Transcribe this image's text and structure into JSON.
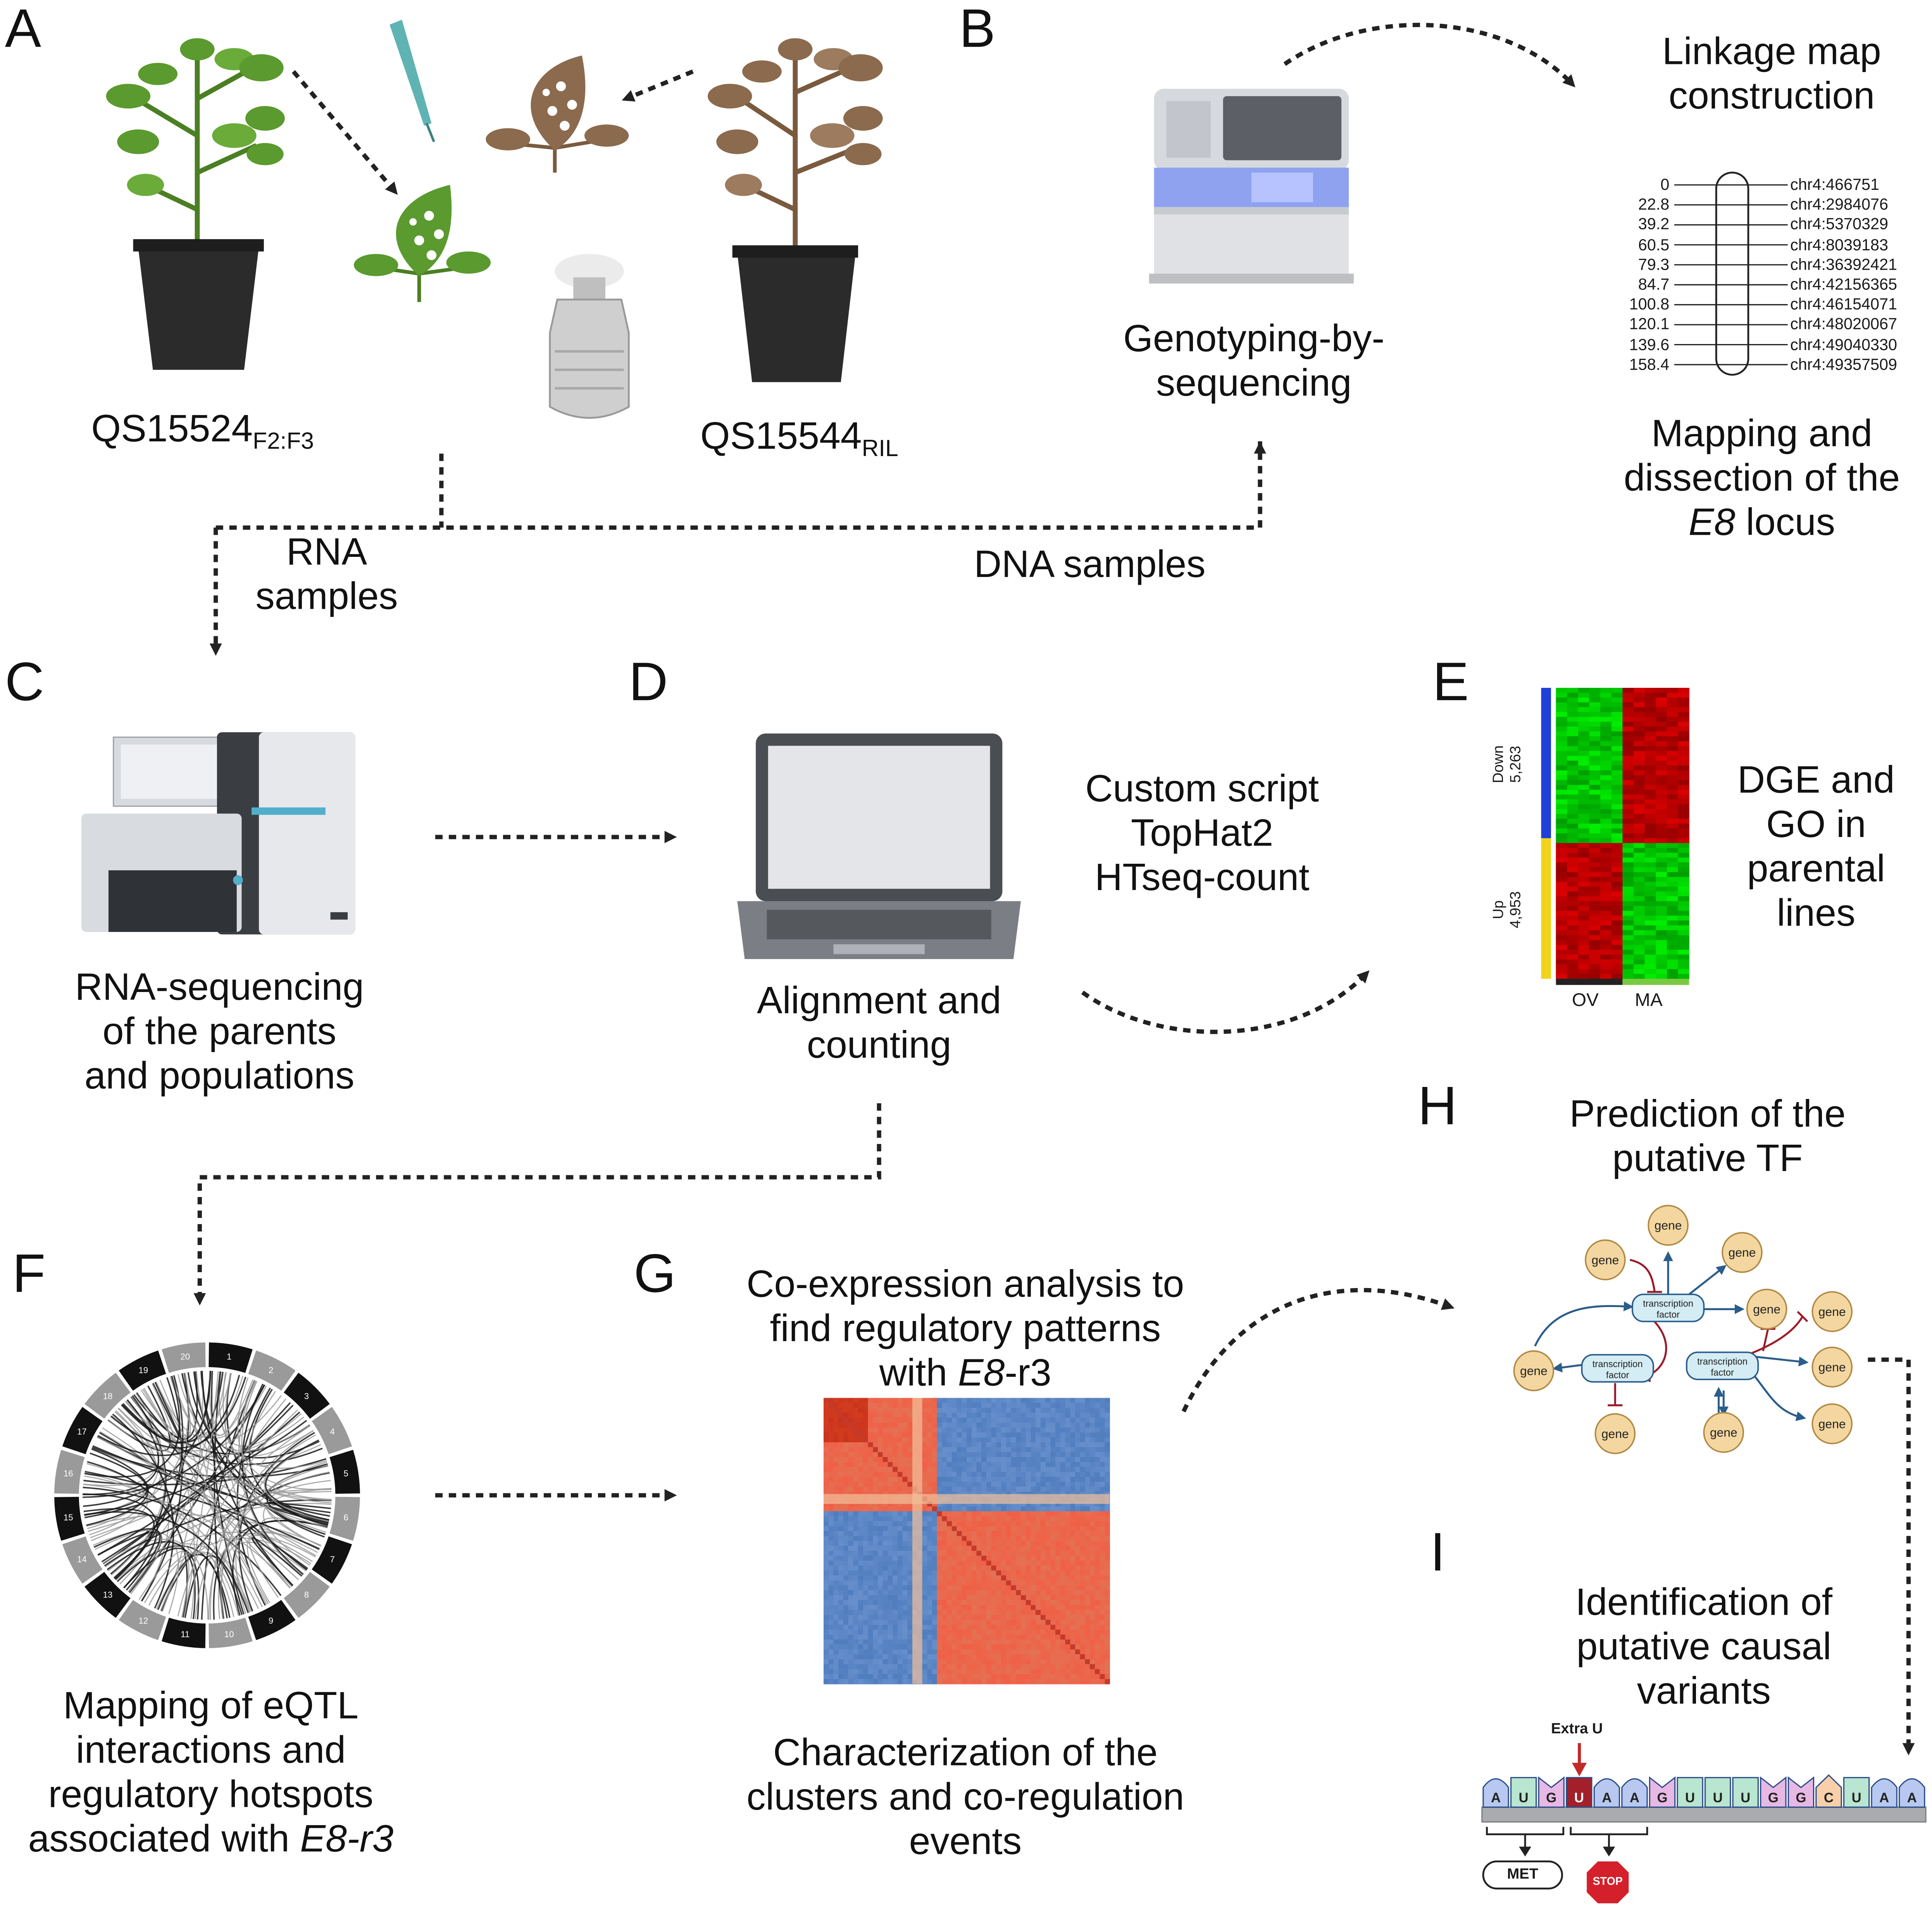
{
  "panels": {
    "A": {
      "label": "A",
      "parent1": "QS15524",
      "parent1_sub": "F2:F3",
      "parent2": "QS15544",
      "parent2_sub": "RIL"
    },
    "B": {
      "label": "B",
      "sequencing": "Genotyping-by-sequencing",
      "sequencing_l1": "Genotyping-by-",
      "sequencing_l2": "sequencing",
      "map_title_l1": "Linkage map",
      "map_title_l2": "construction",
      "positions": [
        "0",
        "22.8",
        "39.2",
        "60.5",
        "79.3",
        "84.7",
        "100.8",
        "120.1",
        "139.6",
        "158.4"
      ],
      "markers": [
        "chr4:466751",
        "chr4:2984076",
        "chr4:5370329",
        "chr4:8039183",
        "chr4:36392421",
        "chr4:42156365",
        "chr4:46154071",
        "chr4:48020067",
        "chr4:49040330",
        "chr4:49357509"
      ],
      "mapping_l1": "Mapping and",
      "mapping_l2": "dissection of the",
      "mapping_l3_italic": "E8",
      "mapping_l3_rest": " locus"
    },
    "flow": {
      "rna_l1": "RNA",
      "rna_l2": "samples",
      "dna": "DNA samples"
    },
    "C": {
      "label": "C",
      "cap_l1": "RNA-sequencing",
      "cap_l2": "of the parents",
      "cap_l3": "and populations"
    },
    "D": {
      "label": "D",
      "cap_l1": "Alignment and",
      "cap_l2": "counting",
      "tools_l1": "Custom script",
      "tools_l2": "TopHat2",
      "tools_l3": "HTseq-count"
    },
    "E": {
      "label": "E",
      "down_label": "Down",
      "down_count": "5,263",
      "up_label": "Up",
      "up_count": "4,953",
      "col1": "OV",
      "col2": "MA",
      "cap_l1": "DGE and",
      "cap_l2": "GO in",
      "cap_l3": "parental",
      "cap_l4": "lines"
    },
    "F": {
      "label": "F",
      "chromosomes": [
        "1",
        "2",
        "3",
        "4",
        "5",
        "6",
        "7",
        "8",
        "9",
        "10",
        "11",
        "12",
        "13",
        "14",
        "15",
        "16",
        "17",
        "18",
        "19",
        "20"
      ],
      "cap_l1": "Mapping of eQTL",
      "cap_l2": "interactions and",
      "cap_l3": "regulatory hotspots",
      "cap_l4_rest": "associated with ",
      "cap_l4_italic": "E8-r3"
    },
    "G": {
      "label": "G",
      "title_l1": "Co-expression analysis to",
      "title_l2": "find regulatory patterns",
      "title_l3_rest": "with ",
      "title_l3_italic": "E8",
      "title_l3_tail": "-r3",
      "cap_l1": "Characterization of the",
      "cap_l2": "clusters and co-regulation",
      "cap_l3": "events"
    },
    "H": {
      "label": "H",
      "title_l1": "Prediction of the",
      "title_l2": "putative TF",
      "gene": "gene",
      "tf_l1": "transcription",
      "tf_l2": "factor"
    },
    "I": {
      "label": "I",
      "title_l1": "Identification of",
      "title_l2": "putative causal",
      "title_l3": "variants",
      "extra": "Extra U",
      "bases": [
        "A",
        "U",
        "G",
        "U",
        "A",
        "A",
        "G",
        "U",
        "U",
        "U",
        "G",
        "G",
        "C",
        "U",
        "A",
        "A"
      ],
      "met": "MET",
      "stop": "STOP"
    }
  },
  "colors": {
    "leaf_green": "#5a9a2e",
    "leaf_brown": "#8b6a4e",
    "pot": "#2b2b2b",
    "heat_red": "#d7301f",
    "heat_blue": "#4a7fc0",
    "down_bar": "#1f3fd6",
    "up_bar": "#f2d31b",
    "gene_fill": "#f4d7a0",
    "tf_fill": "#d4ecf4",
    "stop_red": "#d3202a"
  }
}
